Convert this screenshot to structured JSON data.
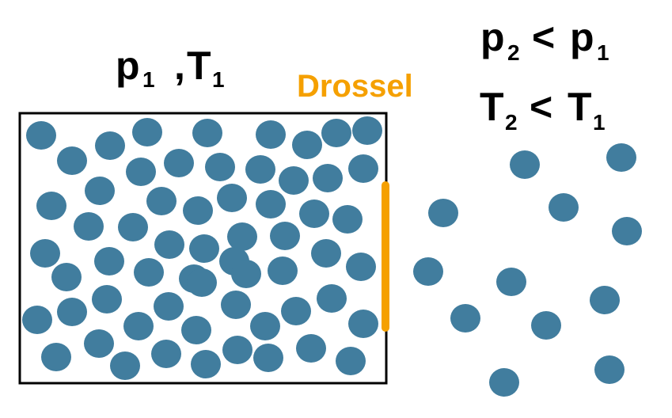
{
  "labels": {
    "left_p": "p",
    "left_p_sub": "1",
    "left_sep": ",",
    "left_t": "T",
    "left_t_sub": "1",
    "valve": "Drossel",
    "right_p": "p",
    "right_p_sub": "2",
    "right_p_rel": "<",
    "right_p_ref": "p",
    "right_p_ref_sub": "1",
    "right_t": "T",
    "right_t_sub": "2",
    "right_t_rel": "<",
    "right_t_ref": "T",
    "right_t_ref_sub": "1"
  },
  "colors": {
    "particle": "#417D9E",
    "valve": "#F5A000",
    "box": "#000000",
    "text": "#000000"
  }
}
